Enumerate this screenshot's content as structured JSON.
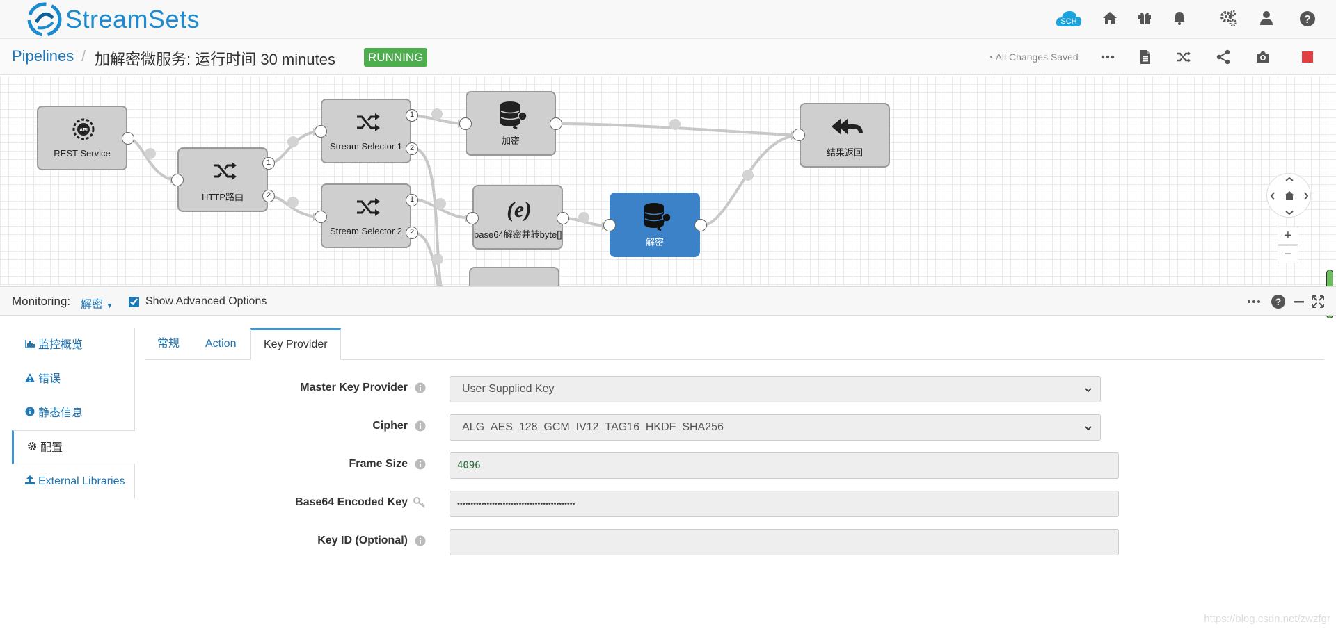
{
  "app": {
    "logo_text": "StreamSets",
    "sch_label": "SCH"
  },
  "breadcrumb": {
    "pipelines": "Pipelines",
    "separator": "/",
    "title": "加解密微服务:  运行时间  30 minutes",
    "status": "RUNNING",
    "saved": "All Changes Saved"
  },
  "canvas": {
    "stages": [
      {
        "id": "rest",
        "label": "REST Service",
        "icon": "api-gear-icon"
      },
      {
        "id": "http",
        "label": "HTTP路由",
        "icon": "shuffle-icon"
      },
      {
        "id": "sel1",
        "label": "Stream Selector 1",
        "icon": "shuffle-icon"
      },
      {
        "id": "sel2",
        "label": "Stream Selector 2",
        "icon": "shuffle-icon"
      },
      {
        "id": "enc",
        "label": "加密",
        "icon": "database-key-icon"
      },
      {
        "id": "b64",
        "label": "base64解密并转byte[]",
        "icon": "expression-icon"
      },
      {
        "id": "dec",
        "label": "解密",
        "icon": "database-key-icon",
        "selected": true
      },
      {
        "id": "ret",
        "label": "结果返回",
        "icon": "reply-icon"
      }
    ],
    "ports": [
      "1",
      "2"
    ]
  },
  "monitoring": {
    "label": "Monitoring:",
    "stage": "解密",
    "advanced_label": "Show Advanced Options",
    "advanced_checked": true
  },
  "leftnav": [
    {
      "label": "监控概览",
      "icon": "bar-chart-icon"
    },
    {
      "label": "错误",
      "icon": "warning-icon"
    },
    {
      "label": "静态信息",
      "icon": "info-icon"
    },
    {
      "label": "配置",
      "icon": "gear-icon",
      "active": true
    },
    {
      "label": "External Libraries",
      "icon": "upload-icon"
    }
  ],
  "tabs": [
    {
      "label": "常规"
    },
    {
      "label": "Action"
    },
    {
      "label": "Key Provider",
      "active": true
    }
  ],
  "form": {
    "master_key_provider": {
      "label": "Master Key Provider",
      "value": "User Supplied Key"
    },
    "cipher": {
      "label": "Cipher",
      "value": "ALG_AES_128_GCM_IV12_TAG16_HKDF_SHA256"
    },
    "frame_size": {
      "label": "Frame Size",
      "value": "4096"
    },
    "base64_key": {
      "label": "Base64 Encoded Key",
      "value": "••••••••••••••••••••••••••••••••••••••••••••"
    },
    "key_id": {
      "label": "Key ID (Optional)",
      "value": ""
    }
  },
  "watermark": "https://blog.csdn.net/zwzfgr",
  "colors": {
    "accent": "#1d76b5",
    "running": "#4cae4c",
    "selected_stage": "#3b82c8",
    "stop": "#e04040"
  }
}
